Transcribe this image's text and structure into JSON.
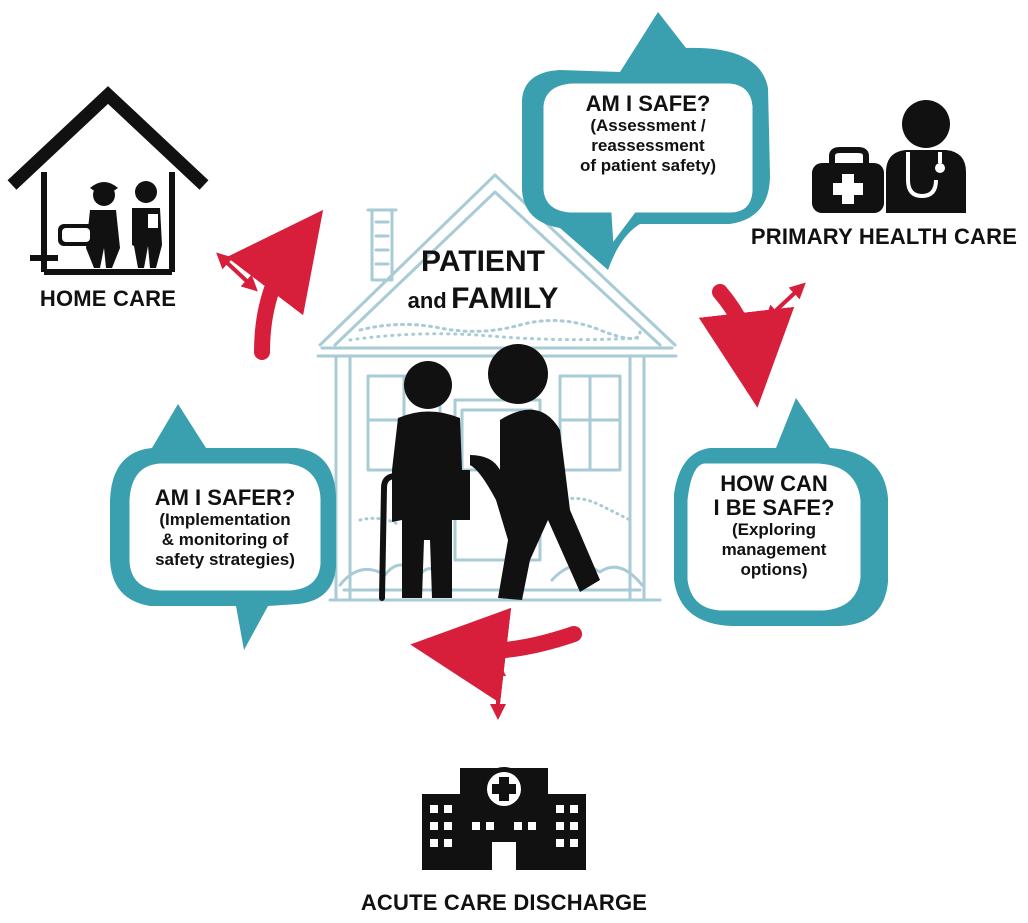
{
  "center": {
    "line1": "PATIENT",
    "line2_prefix": "and",
    "line2_main": "FAMILY"
  },
  "settings": {
    "home_care": "HOME CARE",
    "primary_health_care": "PRIMARY HEALTH CARE",
    "acute_care_discharge": "ACUTE CARE DISCHARGE"
  },
  "bubbles": {
    "safe": {
      "title": "AM I SAFE?",
      "line1": "(Assessment /",
      "line2": "reassessment",
      "line3": "of patient safety)"
    },
    "how": {
      "title1": "HOW CAN",
      "title2": "I BE SAFE?",
      "line1": "(Exploring",
      "line2": "management",
      "line3": "options)"
    },
    "safer": {
      "title": "AM I SAFER?",
      "line1": "(Implementation",
      "line2": "& monitoring of",
      "line3": "safety strategies)"
    }
  },
  "colors": {
    "teal": "#3a9fae",
    "red": "#d71e3a",
    "house_sketch": "#a9cbd6",
    "icon": "#111111"
  },
  "icons": [
    "house-care-icon",
    "doctor-icon",
    "medical-bag-icon",
    "hospital-icon",
    "patient-caregiver-icon"
  ]
}
